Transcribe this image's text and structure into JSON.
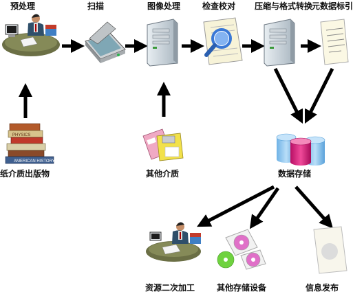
{
  "nodes": {
    "preprocess": "预处理",
    "scan": "扫描",
    "image_processing": "图像处理",
    "check_proofread": "检查校对",
    "compress_convert": "压缩与格式转换",
    "metadata_tagging": "元数据标引",
    "paper_media": "纸介质出版物",
    "other_media": "其他介质",
    "data_storage": "数据存储",
    "resource_reprocessing": "资源二次加工",
    "other_storage_devices": "其他存储设备",
    "info_publish": "信息发布"
  },
  "book_spines": [
    "PHYSICS",
    "AMERICAN HISTORY"
  ],
  "colors": {
    "arrow": "#000000",
    "magnifier": "#3a78d6",
    "db_blue": "#8ec5ee",
    "db_pink": "#e0157a",
    "floppy_yellow": "#f2e14a",
    "floppy_pink": "#f0a9c4",
    "cd_green": "#6fd23f",
    "cd_pink": "#e070c8",
    "desk": "#6b6f45"
  }
}
